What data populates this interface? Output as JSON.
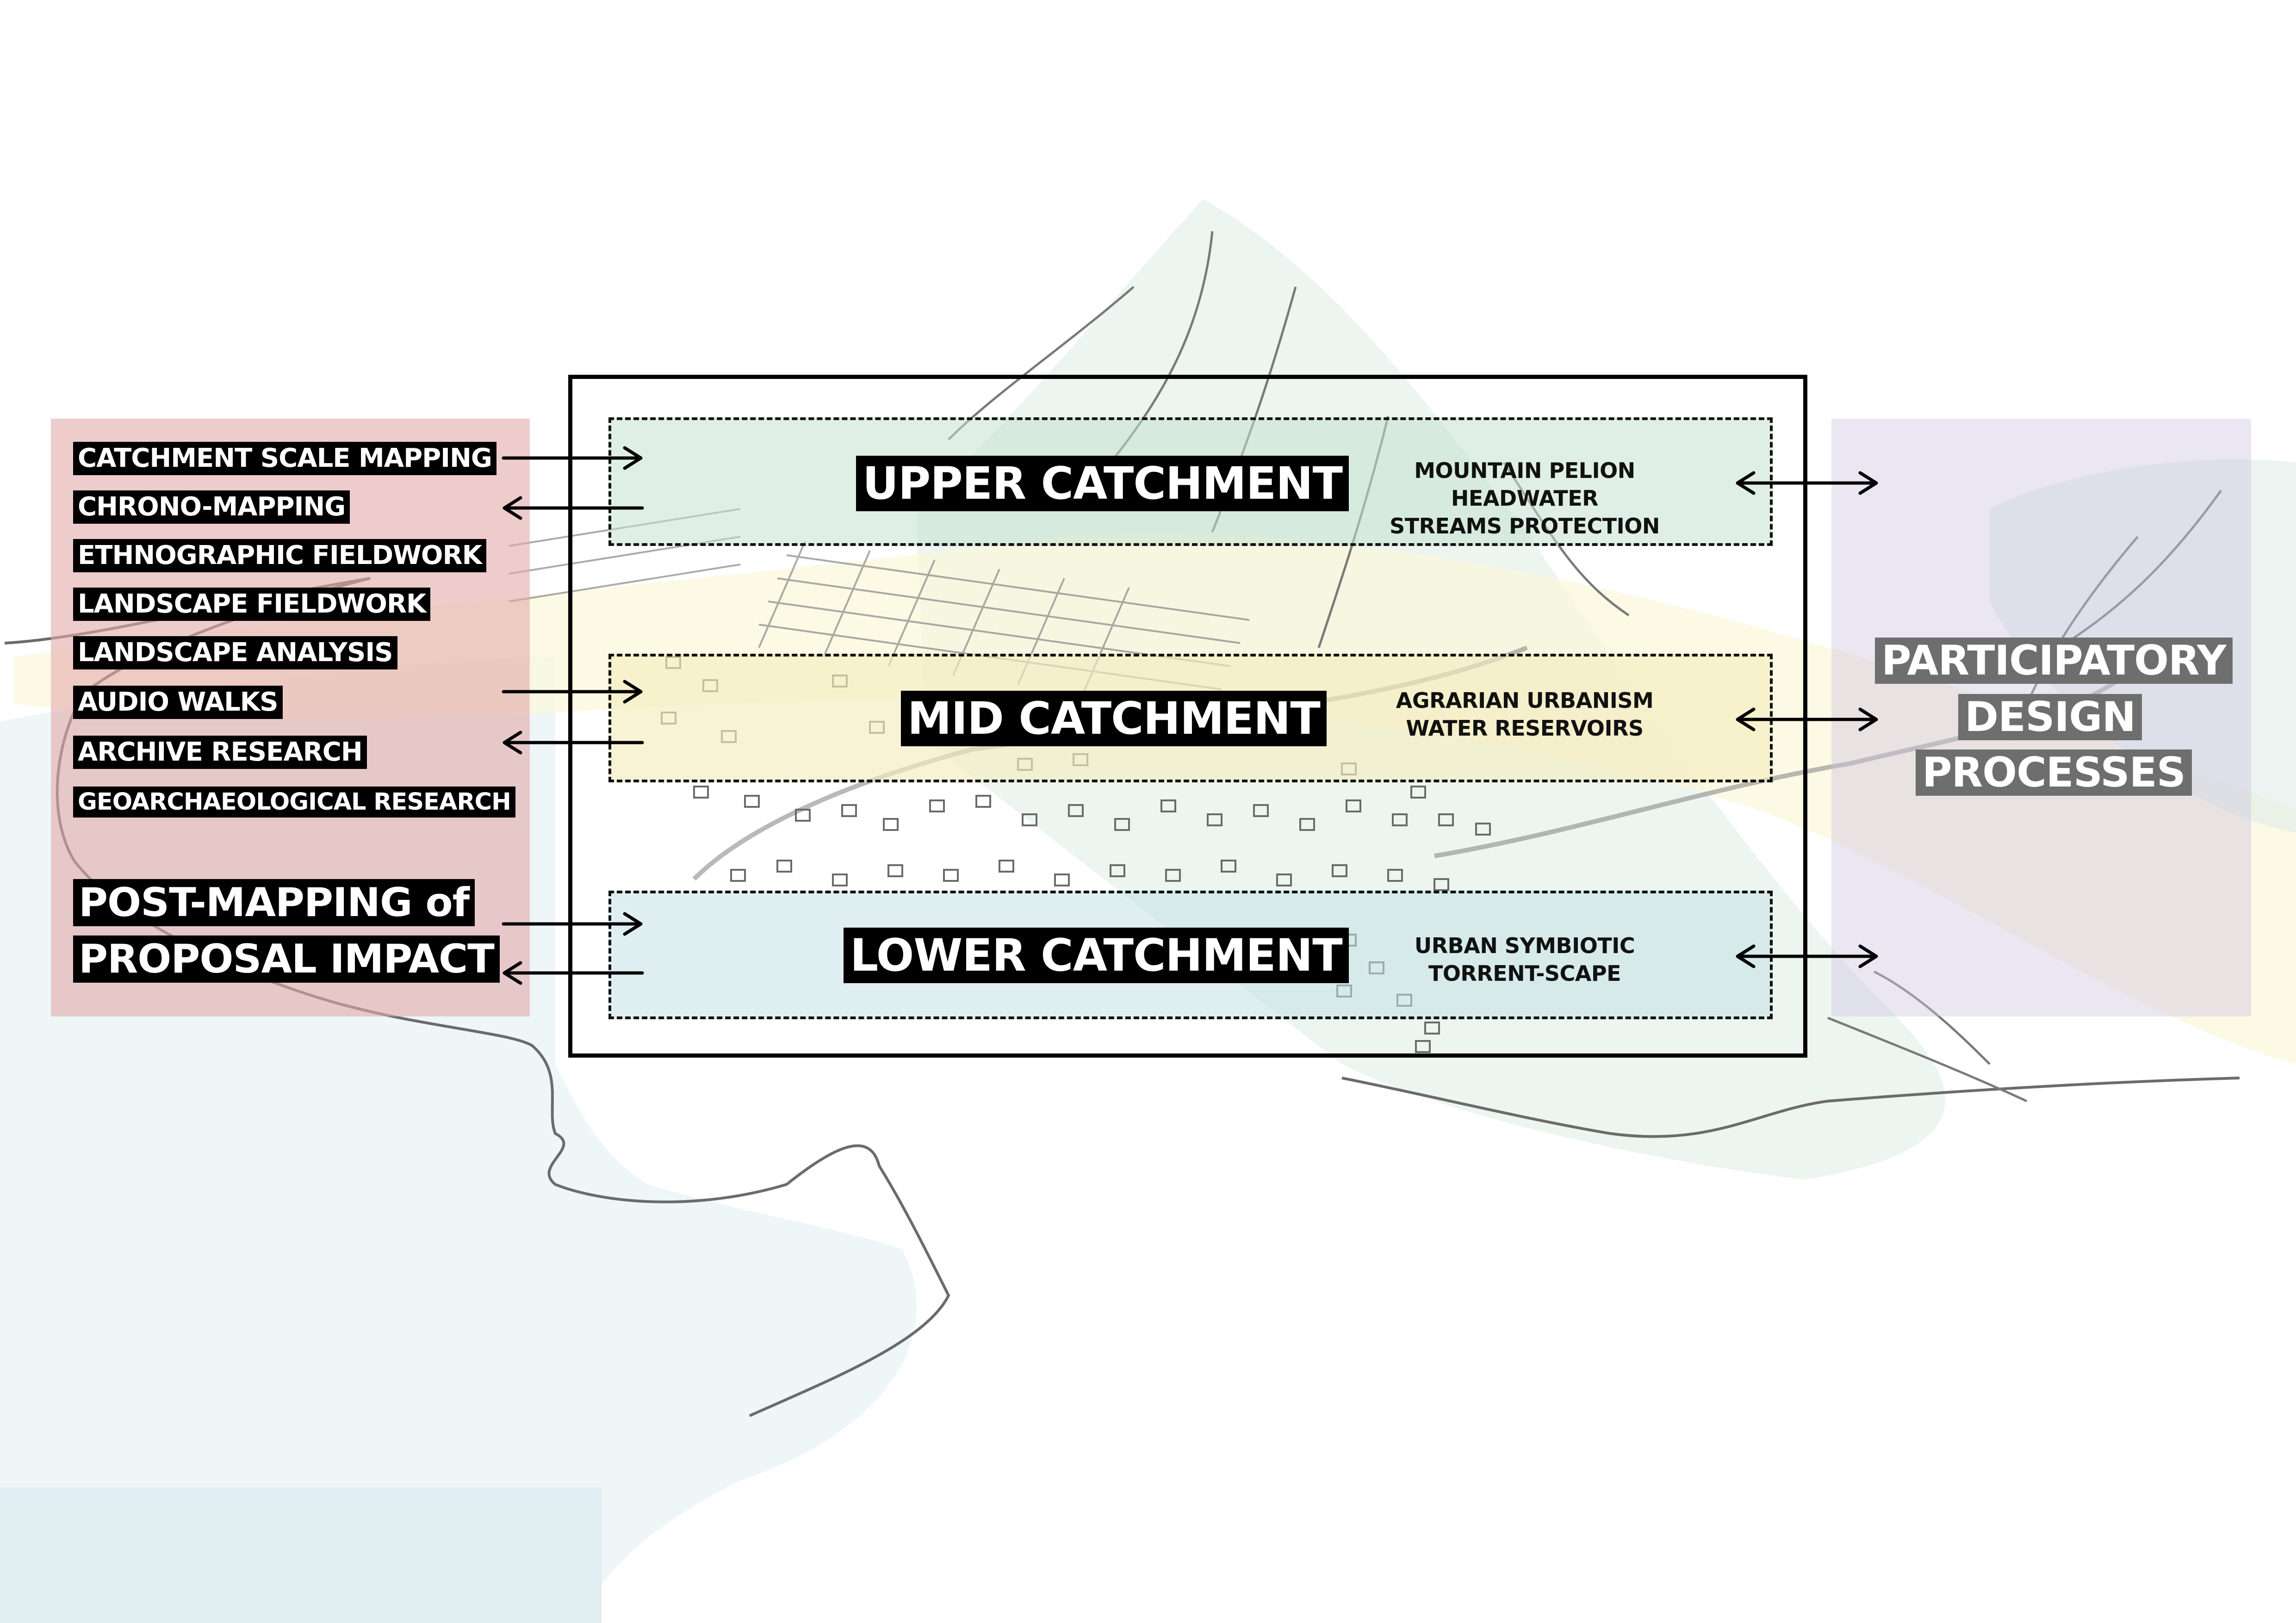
{
  "methods": {
    "items": [
      "CATCHMENT SCALE MAPPING",
      "CHRONO-MAPPING",
      "ETHNOGRAPHIC FIELDWORK",
      "LANDSCAPE FIELDWORK",
      "LANDSCAPE ANALYSIS",
      "AUDIO WALKS",
      "ARCHIVE RESEARCH",
      "GEOARCHAEOLOGICAL RESEARCH"
    ],
    "post_mapping": [
      "POST-MAPPING of",
      "PROPOSAL IMPACT"
    ]
  },
  "zones": {
    "upper": {
      "title": "UPPER CATCHMENT",
      "note": [
        "MOUNTAIN PELION HEADWATER",
        "STREAMS PROTECTION"
      ]
    },
    "mid": {
      "title": "MID CATCHMENT",
      "note": [
        "AGRARIAN URBANISM",
        "WATER RESERVOIRS"
      ]
    },
    "lower": {
      "title": "LOWER CATCHMENT",
      "note": [
        "URBAN SYMBIOTIC",
        "TORRENT-SCAPE"
      ]
    }
  },
  "participatory": {
    "lines": [
      "PARTICIPATORY",
      "DESIGN",
      "PROCESSES"
    ]
  },
  "colors": {
    "methods_panel": "#e2aaaa",
    "participatory_panel": "#cec4e0",
    "upper_zone": "#c5e2d0",
    "mid_zone": "#f5ecbe",
    "lower_zone": "#c4e0e4",
    "sea": "#e3f0f4",
    "label_bg": "#000000",
    "participatory_label_bg": "#6e6e6e"
  }
}
